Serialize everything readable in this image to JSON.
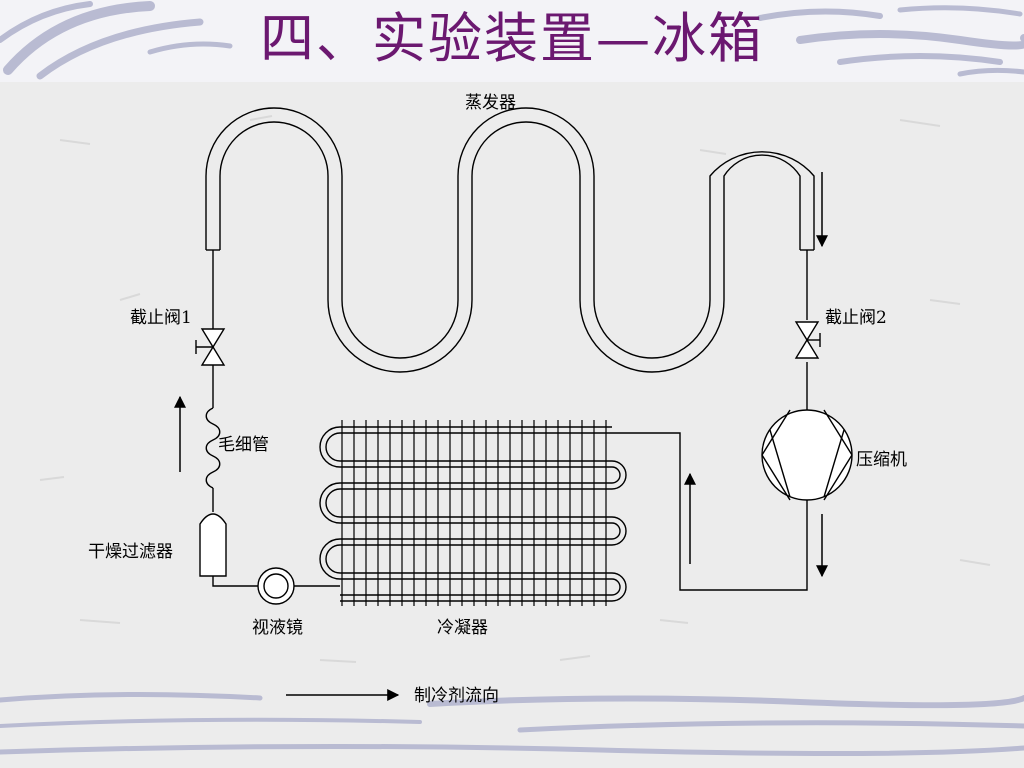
{
  "title": "四、实验装置—冰箱",
  "labels": {
    "evaporator": "蒸发器",
    "valve1": "截止阀1",
    "valve2": "截止阀2",
    "capillary": "毛细管",
    "compressor": "压缩机",
    "drier": "干燥过滤器",
    "sight_glass": "视液镜",
    "condenser": "冷凝器",
    "flow_legend": "制冷剂流向"
  },
  "colors": {
    "title": "#6b1870",
    "line": "#000000",
    "background": "#ececec",
    "decor_stroke": "#b9bbd2"
  }
}
